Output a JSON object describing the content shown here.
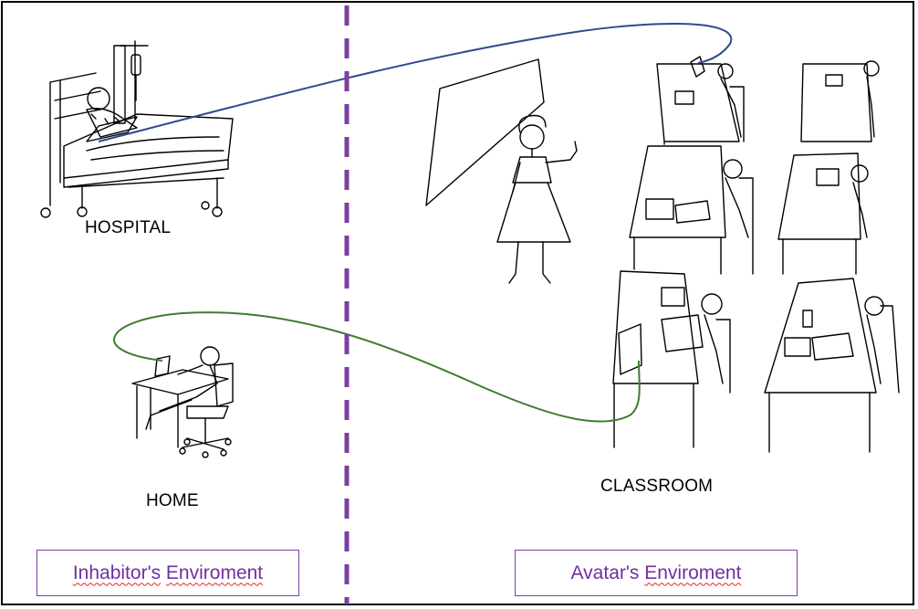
{
  "labels": {
    "hospital": "HOSPITAL",
    "home": "HOME",
    "classroom": "CLASSROOM"
  },
  "environments": {
    "inhabitor": {
      "word1": "Inhabitor's",
      "word2": "Enviroment"
    },
    "avatar": {
      "word1": "Avatar's",
      "word2": "Enviroment"
    }
  },
  "colors": {
    "divider": "#7b3fa3",
    "box_border": "#7f3fa6",
    "box_text": "#7030a0",
    "spellcheck_underline": "#e0261b",
    "hospital_link": "#2e4b8c",
    "home_link": "#3e7d2e"
  }
}
